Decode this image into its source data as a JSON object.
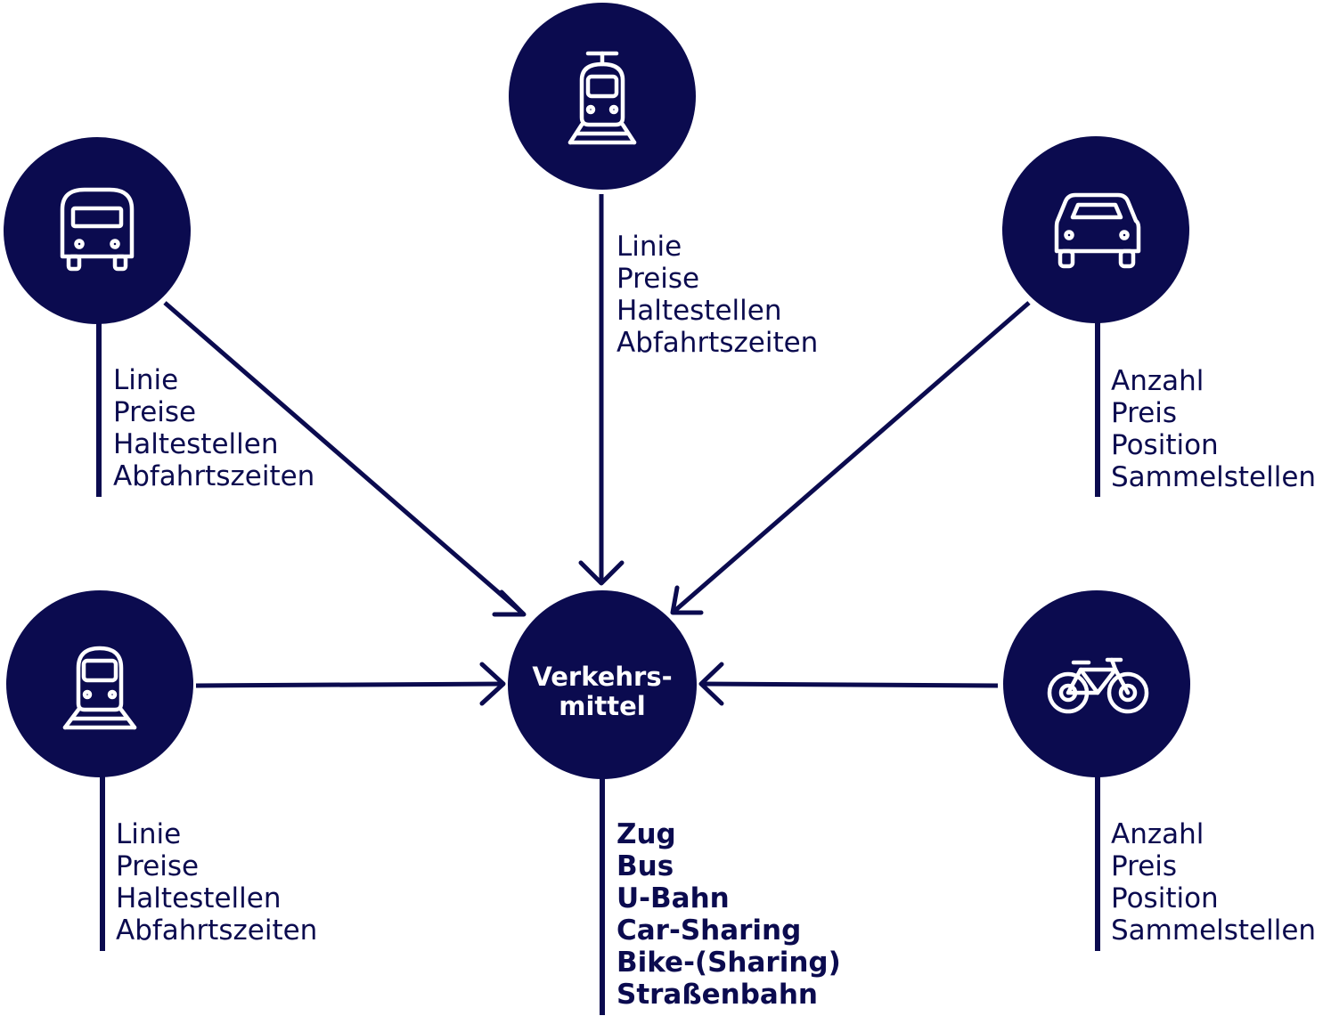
{
  "colors": {
    "navy": "#0b0b4f",
    "icon": "#ffffff"
  },
  "center": {
    "icon": "none",
    "label_line1": "Verkehrs-",
    "label_line2": "mittel",
    "items": [
      "Zug",
      "Bus",
      "U-Bahn",
      "Car-Sharing",
      "Bike-(Sharing)",
      "Straßenbahn"
    ]
  },
  "tram": {
    "icon": "tram-icon",
    "items": [
      "Linie",
      "Preise",
      "Haltestellen",
      "Abfahrtszeiten"
    ]
  },
  "bus": {
    "icon": "bus-icon",
    "items": [
      "Linie",
      "Preise",
      "Haltestellen",
      "Abfahrtszeiten"
    ]
  },
  "car": {
    "icon": "car-icon",
    "items": [
      "Anzahl",
      "Preis",
      "Position",
      "Sammelstellen"
    ]
  },
  "train": {
    "icon": "train-icon",
    "items": [
      "Linie",
      "Preise",
      "Haltestellen",
      "Abfahrtszeiten"
    ]
  },
  "bike": {
    "icon": "bicycle-icon",
    "items": [
      "Anzahl",
      "Preis",
      "Position",
      "Sammelstellen"
    ]
  }
}
